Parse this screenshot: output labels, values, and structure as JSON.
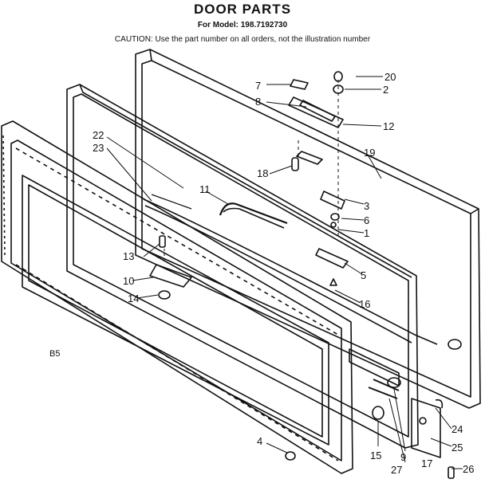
{
  "header": {
    "title": "DOOR PARTS",
    "model": "For Model: 198.7192730",
    "caution": "CAUTION: Use the part number on all orders, not the illustration number"
  },
  "diagram_label": "B5",
  "callouts": [
    "20",
    "2",
    "7",
    "8",
    "12",
    "19",
    "22",
    "23",
    "18",
    "11",
    "3",
    "6",
    "1",
    "13",
    "5",
    "10",
    "14",
    "16",
    "24",
    "25",
    "4",
    "15",
    "9",
    "27",
    "26",
    "17"
  ]
}
